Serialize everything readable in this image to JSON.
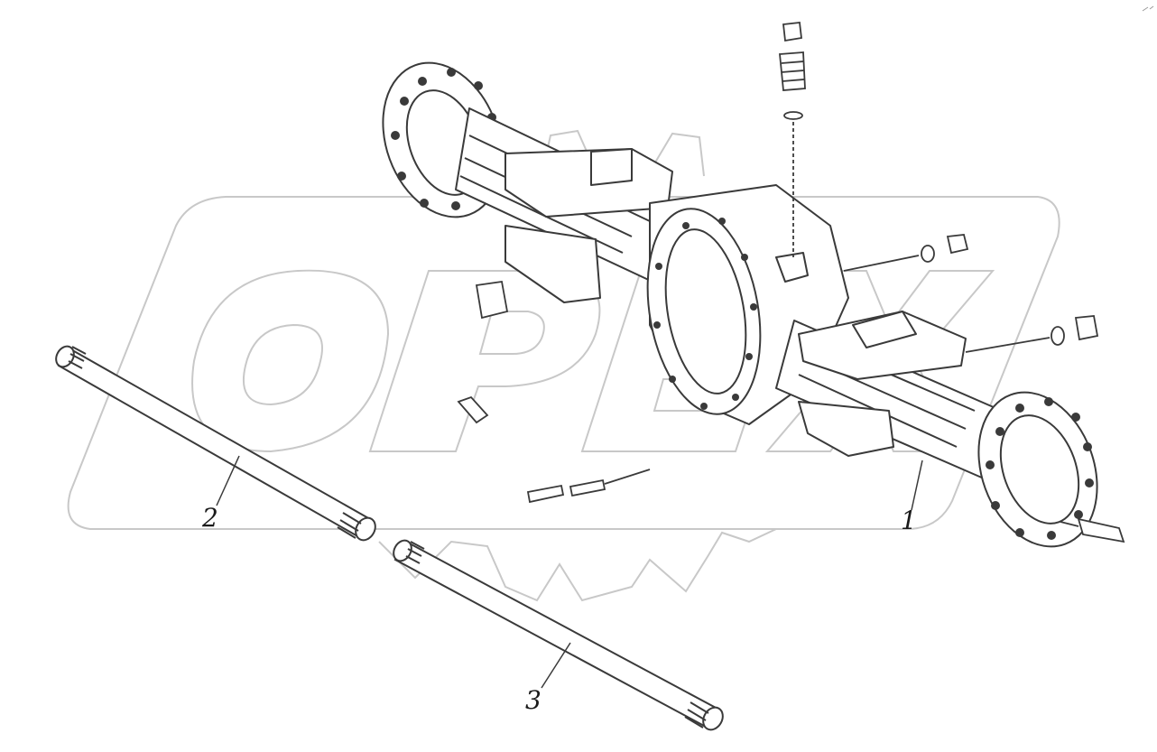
{
  "watermark": {
    "text": "OPEX",
    "outline_color": "#c8c8c8"
  },
  "drawing": {
    "line_color": "#3a3a3a",
    "background": "#ffffff"
  },
  "callouts": [
    {
      "id": "1",
      "label": "1"
    },
    {
      "id": "2",
      "label": "2"
    },
    {
      "id": "3",
      "label": "3"
    }
  ]
}
